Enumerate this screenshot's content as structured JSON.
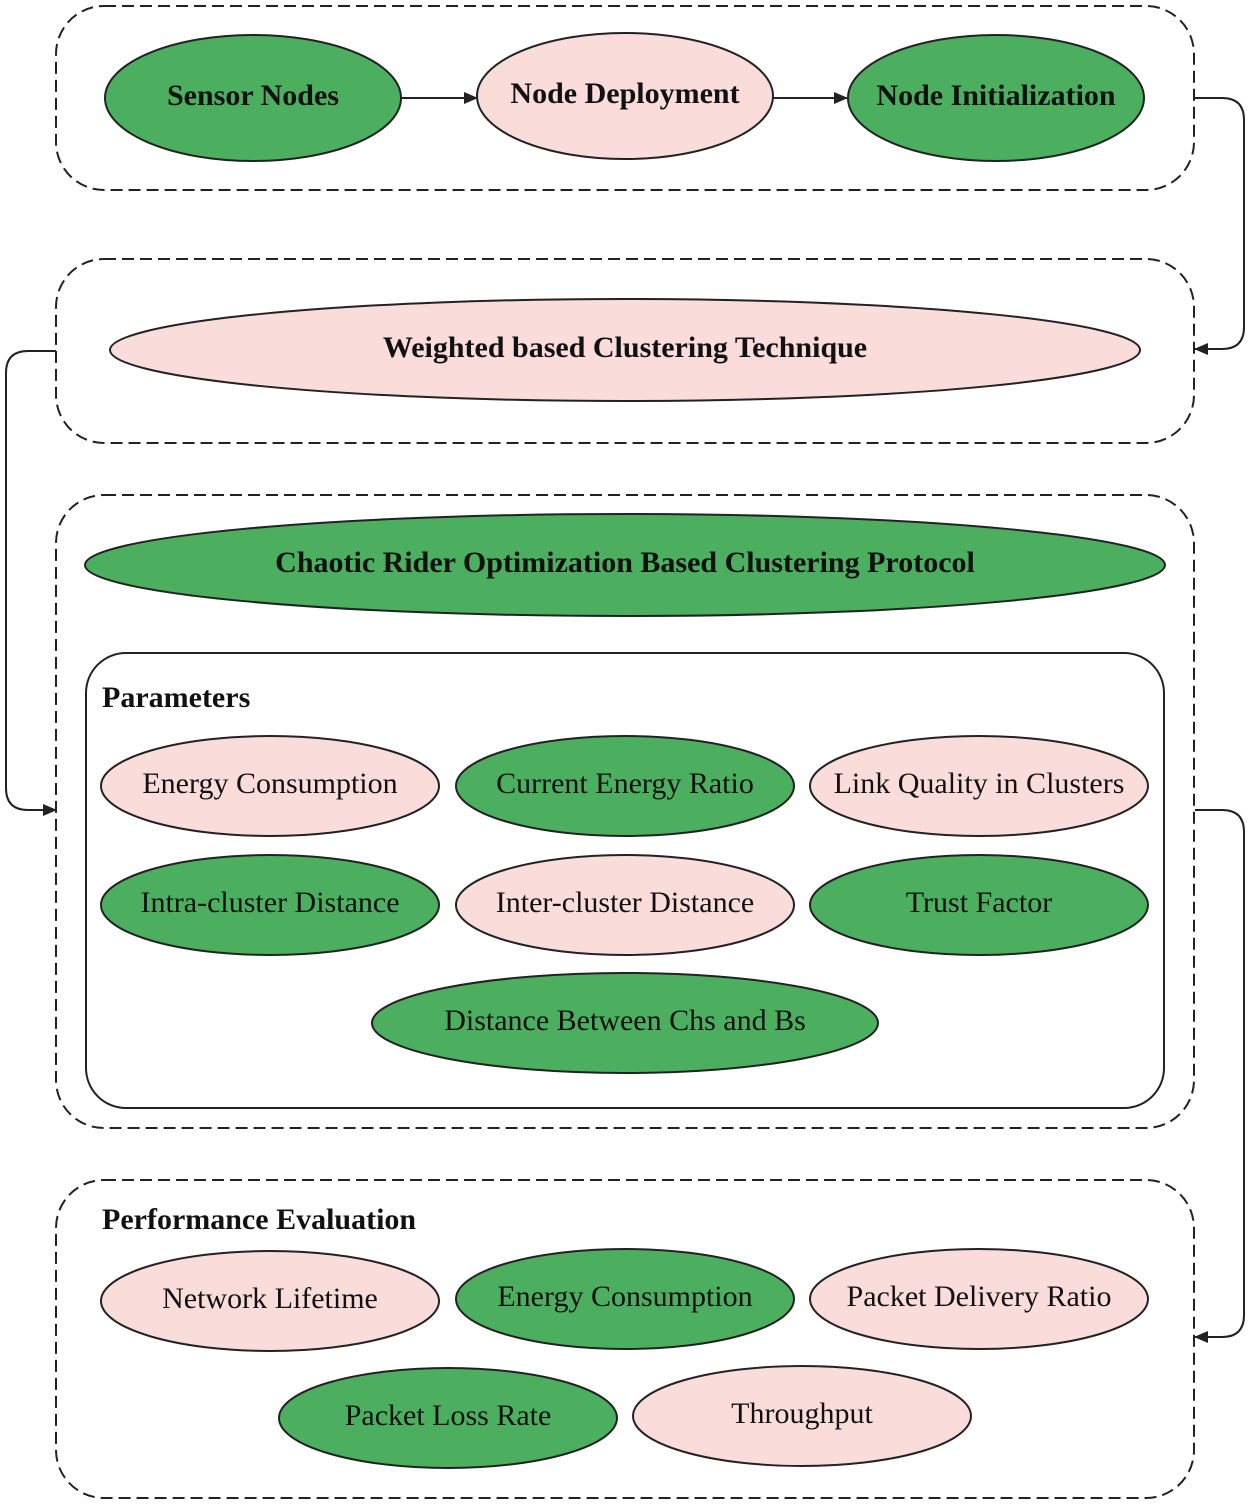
{
  "colors": {
    "green": "#4caf5f",
    "pink": "#fadcda",
    "stroke": "#222222"
  },
  "section1": {
    "sensor_nodes": "Sensor Nodes",
    "node_deployment": "Node Deployment",
    "node_initialization": "Node Initialization"
  },
  "section2": {
    "weighted_clustering": "Weighted based Clustering Technique"
  },
  "section3": {
    "protocol": "Chaotic Rider Optimization Based Clustering Protocol",
    "parameters_title": "Parameters",
    "parameters": [
      "Energy Consumption",
      "Current Energy Ratio",
      "Link Quality in Clusters",
      "Intra-cluster Distance",
      "Inter-cluster Distance",
      "Trust Factor",
      "Distance Between Chs and Bs"
    ]
  },
  "section4": {
    "title": "Performance Evaluation",
    "metrics": [
      "Network Lifetime",
      "Energy Consumption",
      "Packet Delivery Ratio",
      "Packet Loss Rate",
      "Throughput"
    ]
  }
}
